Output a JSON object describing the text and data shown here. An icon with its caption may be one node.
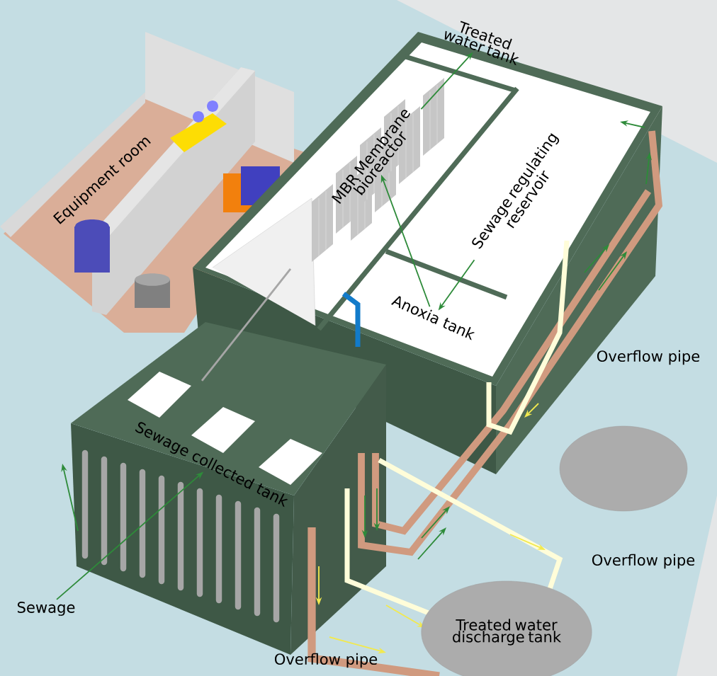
{
  "diagram": {
    "nodes": [
      {
        "text": [
          "Treated water tank"
        ]
      },
      {
        "text": [
          "Equipment room"
        ]
      },
      {
        "text": [
          "MBR Membrane bioreactor"
        ]
      },
      {
        "text": [
          "Sewage regulating reservoir"
        ]
      },
      {
        "text": [
          "Anoxia tank"
        ]
      },
      {
        "text": [
          "Sewage collected tank"
        ]
      },
      {
        "text": [],
        "shape": "cylinder"
      },
      {
        "text": [
          "Sewage"
        ]
      },
      {
        "text": [
          "Treated water discharge tank"
        ]
      }
    ],
    "edges": [
      {
        "from": 7,
        "to": 5,
        "arrow": "to"
      },
      {
        "from": 3,
        "to": 4,
        "arrow": "to"
      },
      {
        "from": 4,
        "to": 2,
        "arrow": "to"
      },
      {
        "from": 2,
        "to": 0,
        "arrow": "to"
      }
    ],
    "labels": [
      "Overflow pipe",
      "Overflow pipe",
      "Overflow pipe"
    ]
  }
}
